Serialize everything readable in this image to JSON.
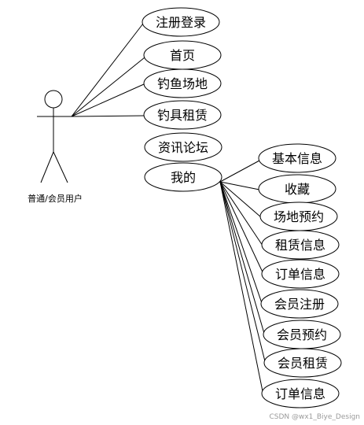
{
  "actor": {
    "label": "普通/会员用户"
  },
  "use_cases": {
    "register_login": "注册登录",
    "home": "首页",
    "fishing_venue": "钓鱼场地",
    "gear_rental": "钓具租赁",
    "news_forum": "资讯论坛",
    "mine": "我的"
  },
  "mine_children": {
    "basic_info": "基本信息",
    "favorites": "收藏",
    "venue_booking": "场地预约",
    "rental_info": "租赁信息",
    "order_info": "订单信息",
    "member_register": "会员注册",
    "member_booking": "会员预约",
    "member_rental": "会员租赁",
    "order_info_2": "订单信息"
  },
  "watermark": "CSDN @wx1_Biye_Design"
}
